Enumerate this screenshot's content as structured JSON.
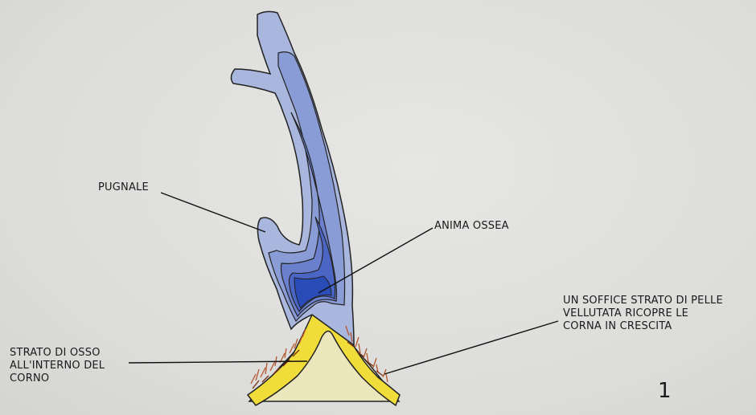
{
  "labels": {
    "pugnale": "PUGNALE",
    "anima_ossea": "ANIMA OSSEA",
    "velluto": [
      "UN SOFFICE STRATO DI PELLE",
      "VELLUTATA RICOPRE LE",
      "CORNA IN CRESCITA"
    ],
    "strato_osso": [
      "STRATO DI OSSO",
      "ALL'INTERNO DEL",
      "CORNO"
    ]
  },
  "page_number": "1",
  "colors": {
    "background": "#e2e2e0",
    "horn_outer": "#a9b7de",
    "horn_mid1": "#8a9cd6",
    "horn_mid2": "#6a80cc",
    "horn_inner": "#4a65c4",
    "horn_core": "#2a4cb8",
    "bone_yellow": "#f0dd3a",
    "skull_cream": "#ece6bc",
    "velvet_hair": "#b5572e"
  }
}
